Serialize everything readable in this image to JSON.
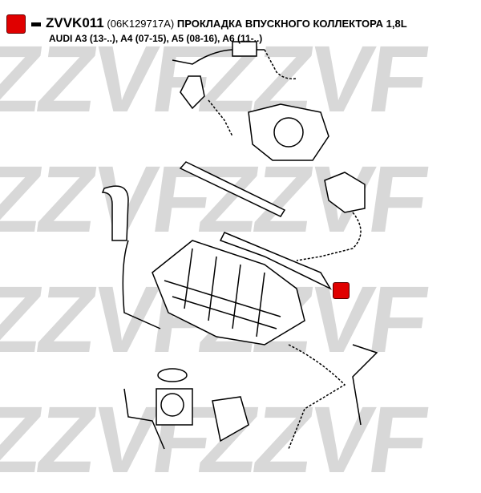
{
  "watermark": "ZZVF",
  "header": {
    "part_code": "ZVVK011",
    "oe_number": "(06K129717A)",
    "description": "ПРОКЛАДКА ВПУСКНОГО КОЛЛЕКТОРА 1,8L",
    "applicability": "AUDI A3 (13-..), A4 (07-15), A5 (08-16), A6 (11-..)"
  },
  "colors": {
    "marker": "#e00000",
    "watermark": "#d8d8d8"
  }
}
